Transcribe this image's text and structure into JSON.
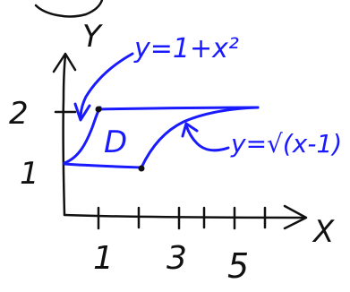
{
  "colors": {
    "ink": "#111111",
    "blue_ink": "#1a1aff",
    "background": "#ffffff"
  },
  "labels": {
    "y_axis": "Y",
    "x_axis": "X",
    "region": "D",
    "upper_curve": "y=1+x²",
    "lower_curve": "y=√(x-1)"
  },
  "ticks": {
    "x": [
      "1",
      "3",
      "5"
    ],
    "y": [
      "1",
      "2"
    ]
  }
}
